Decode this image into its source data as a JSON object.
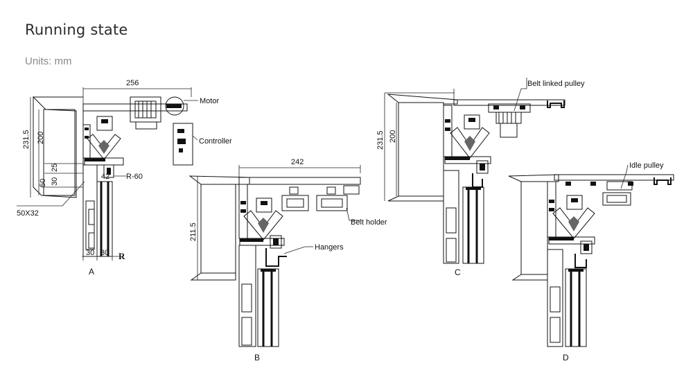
{
  "title": "Running state",
  "units": "Units: mm",
  "views": {
    "a": {
      "letter": "A",
      "dims": {
        "top": "256",
        "h1": "231.5",
        "h2": "200",
        "d25": "25",
        "d30": "30",
        "d50": "50",
        "d42": "42",
        "r60": "R-60",
        "size": "50X32",
        "b30a": "30",
        "b30b": "30",
        "r": "R"
      },
      "labels": {
        "motor": "Motor",
        "controller": "Controller"
      }
    },
    "b": {
      "letter": "B",
      "dims": {
        "top": "242",
        "h": "211.5"
      },
      "labels": {
        "belt_holder": "Belt holder",
        "hangers": "Hangers"
      }
    },
    "c": {
      "letter": "C",
      "dims": {
        "h1": "231.5",
        "h2": "200"
      },
      "labels": {
        "belt_linked_pulley": "Belt linked pulley"
      }
    },
    "d": {
      "letter": "D",
      "labels": {
        "idle_pulley": "Idle pulley"
      }
    }
  }
}
